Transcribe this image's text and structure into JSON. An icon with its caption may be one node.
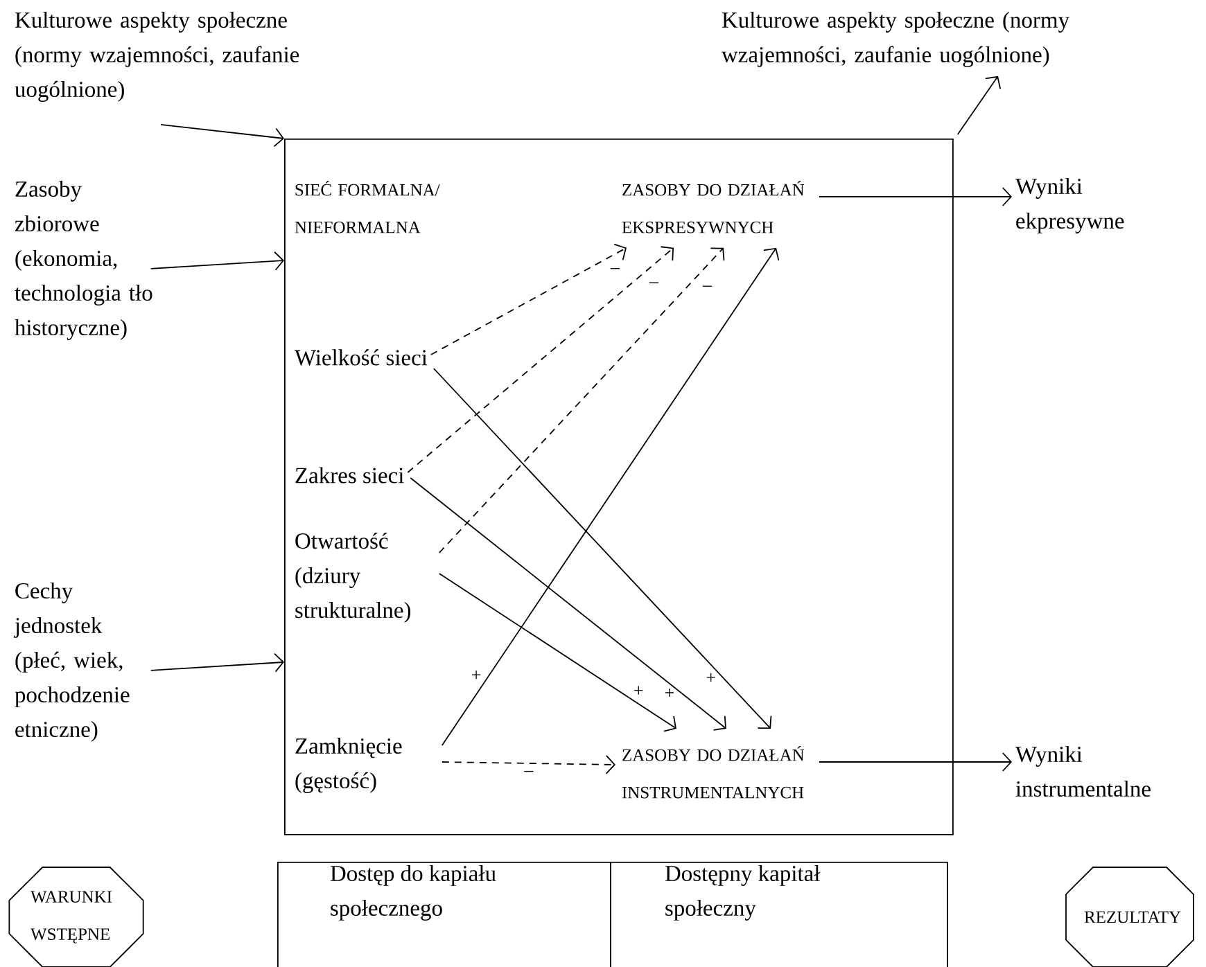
{
  "diagram": {
    "nodes": [
      {
        "text": [
          "Kulturowe aspekty społeczne (normy wzajemności, zaufanie uogólnione)"
        ]
      },
      {
        "text": [
          "Kulturowe aspekty społeczne (normy wzajemności, zaufanie uogólnione)"
        ]
      },
      {
        "text": [
          "Zasoby zbiorowe (ekonomia, technologia tło historyczne)"
        ]
      },
      {
        "text": [
          "Cechy jednostek (płeć, wiek, pochodzenie etniczne)"
        ]
      },
      {
        "text": [],
        "shape": "box"
      },
      {
        "text": [
          "Wielkość sieci"
        ],
        "in": 4
      },
      {
        "text": [
          "Zakres sieci"
        ],
        "in": 4
      },
      {
        "text": [
          "Otwartość (dziury strukturalne)"
        ],
        "in": 4
      },
      {
        "text": [
          "Zamknięcie (gęstość)"
        ],
        "in": 4
      },
      {
        "text": [
          "ZASOBY DO DZIAŁAŃ EKSPRESYWNYCH"
        ],
        "in": 4
      },
      {
        "text": [
          "ZASOBY DO DZIAŁAŃ INSTRUMENTALNYCH"
        ],
        "in": 4
      },
      {
        "text": [
          "Wyniki ekpresywne"
        ]
      },
      {
        "text": [
          "Wyniki instrumentalne"
        ]
      },
      {
        "text": [
          "WARUNKI WSTĘPNE"
        ]
      },
      {
        "text": [
          "Dostęp do kapiału społecznego"
        ]
      },
      {
        "text": [
          "Dostępny kapitał społeczny"
        ]
      },
      {
        "text": [
          "REZULTATY"
        ]
      }
    ],
    "edges": [
      {
        "from": 0,
        "to": 4,
        "arrow": "to"
      },
      {
        "from": 4,
        "to": 1,
        "arrow": "to"
      },
      {
        "from": 2,
        "to": 4,
        "arrow": "to"
      },
      {
        "from": 3,
        "to": 4,
        "arrow": "to"
      },
      {
        "from": 9,
        "to": 11,
        "arrow": "to"
      },
      {
        "from": 10,
        "to": 12,
        "arrow": "to"
      },
      {
        "from": 5,
        "to": 9,
        "arrow": "to",
        "style": "dashed",
        "label": "–"
      },
      {
        "from": 6,
        "to": 9,
        "arrow": "to",
        "style": "dashed",
        "label": "–"
      },
      {
        "from": 7,
        "to": 9,
        "arrow": "to",
        "style": "dashed",
        "label": "–"
      },
      {
        "from": 8,
        "to": 9,
        "arrow": "to",
        "label": "+"
      },
      {
        "from": 5,
        "to": 10,
        "arrow": "to",
        "label": "+"
      },
      {
        "from": 6,
        "to": 10,
        "arrow": "to",
        "label": "+"
      },
      {
        "from": 7,
        "to": 10,
        "arrow": "to",
        "label": "+"
      },
      {
        "from": 8,
        "to": 10,
        "arrow": "to",
        "style": "dashed",
        "label": "–"
      }
    ],
    "labels": [
      "SIEĆ FORMALNA/ NIEFORMALNA"
    ]
  }
}
